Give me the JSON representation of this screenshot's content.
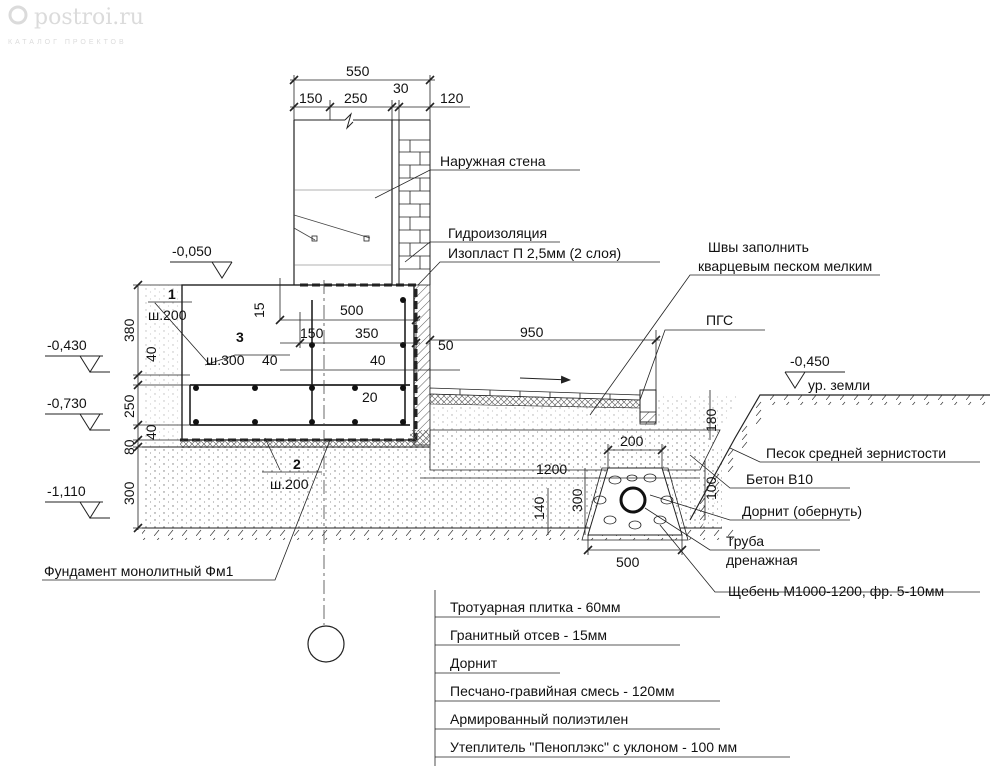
{
  "watermark": {
    "site": "postroi.ru",
    "tagline": "КАТАЛОГ ПРОЕКТОВ"
  },
  "dims": {
    "d550": "550",
    "d150a": "150",
    "d250a": "250",
    "d30": "30",
    "d120": "120",
    "d15": "15",
    "d500a": "500",
    "d150b": "150",
    "d350": "350",
    "d40a": "40",
    "d40b": "40",
    "d50": "50",
    "d20": "20",
    "d950": "950",
    "d380": "380",
    "d40c": "40",
    "d250b": "250",
    "d40d": "40",
    "d80": "80",
    "d300a": "300",
    "d200": "200",
    "d1200": "1200",
    "d140": "140",
    "d300b": "300",
    "d100": "100",
    "d500b": "500",
    "d180": "180"
  },
  "levels": {
    "l050": "-0,050",
    "l430": "-0,430",
    "l730": "-0,730",
    "l1110": "-1,110",
    "l450": "-0,450",
    "ground": "ур. земли"
  },
  "rebar": {
    "pos1": "1",
    "pos1_step": "ш.200",
    "pos3": "3",
    "pos3_step": "ш.300",
    "pos2": "2",
    "pos2_step": "ш.200"
  },
  "labels": {
    "outer_wall": "Наружная стена",
    "waterproofing": "Гидроизоляция",
    "waterproofing_spec": "Изопласт П 2,5мм (2 слоя)",
    "joints_1": "Швы заполнить",
    "joints_2": "кварцевым песком мелким",
    "pgs": "ПГС",
    "sand": "Песок средней зернистости",
    "concrete": "Бетон В10",
    "dornit_wrap": "Дорнит (обернуть)",
    "pipe_1": "Труба",
    "pipe_2": "дренажная",
    "gravel": "Щебень М1000-1200, фр. 5-10мм",
    "foundation": "Фундамент монолитный Фм1"
  },
  "layers": [
    "Тротуарная плитка - 60мм",
    "Гранитный отсев - 15мм",
    "Дорнит",
    "Песчано-гравийная смесь - 120мм",
    "Армированный полиэтилен",
    "Утеплитель \"Пеноплэкс\" с уклоном - 100 мм"
  ]
}
